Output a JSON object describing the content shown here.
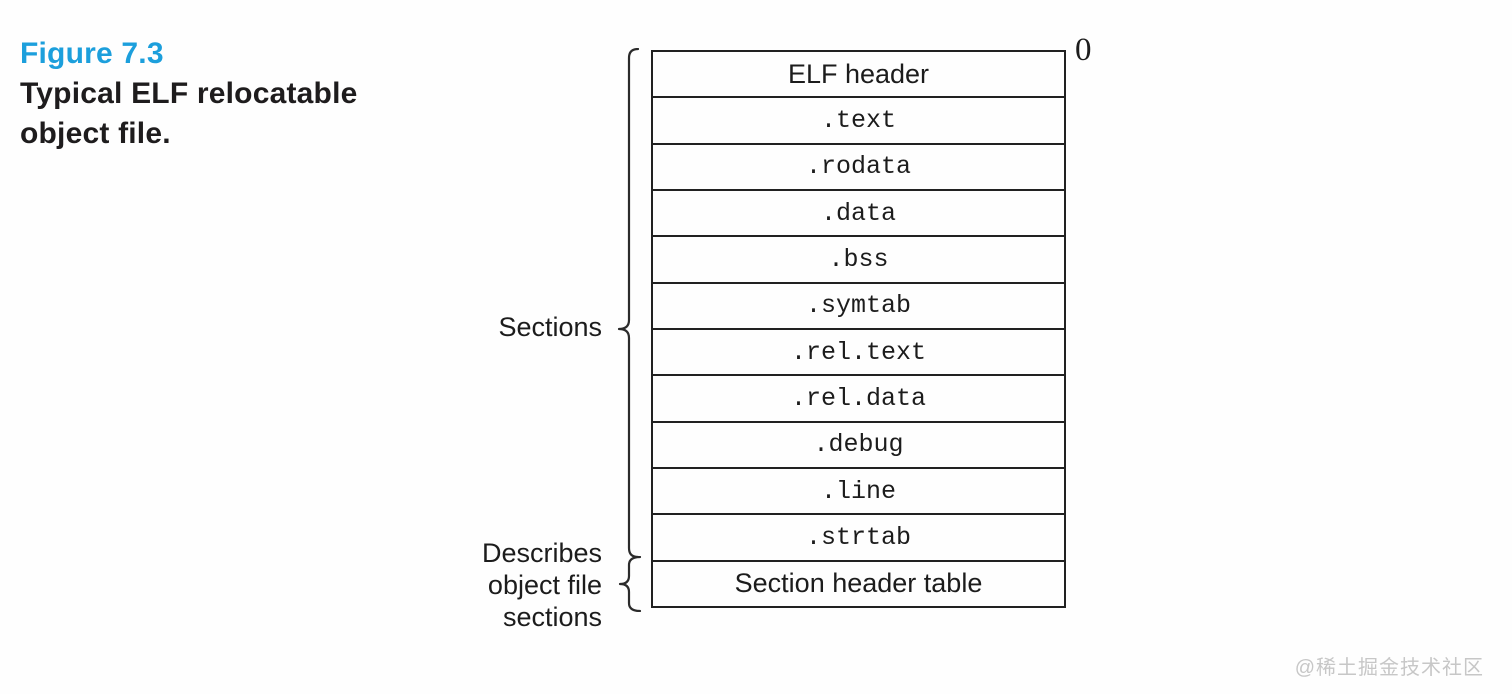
{
  "figure": {
    "label": "Figure 7.3",
    "label_color": "#1c9fdc",
    "caption_line1": "Typical ELF relocatable",
    "caption_line2": "object file."
  },
  "diagram": {
    "offset_label": "0",
    "rows": [
      "ELF header",
      ".text",
      ".rodata",
      ".data",
      ".bss",
      ".symtab",
      ".rel.text",
      ".rel.data",
      ".debug",
      ".line",
      ".strtab",
      "Section header table"
    ],
    "sections_label": "Sections",
    "describes_lines": [
      "Describes",
      "object file",
      "sections"
    ]
  },
  "watermark": "@稀土掘金技术社区",
  "colors": {
    "box_border": "#212121",
    "text": "#1c1c1c",
    "watermark": "#c7c7c7"
  }
}
